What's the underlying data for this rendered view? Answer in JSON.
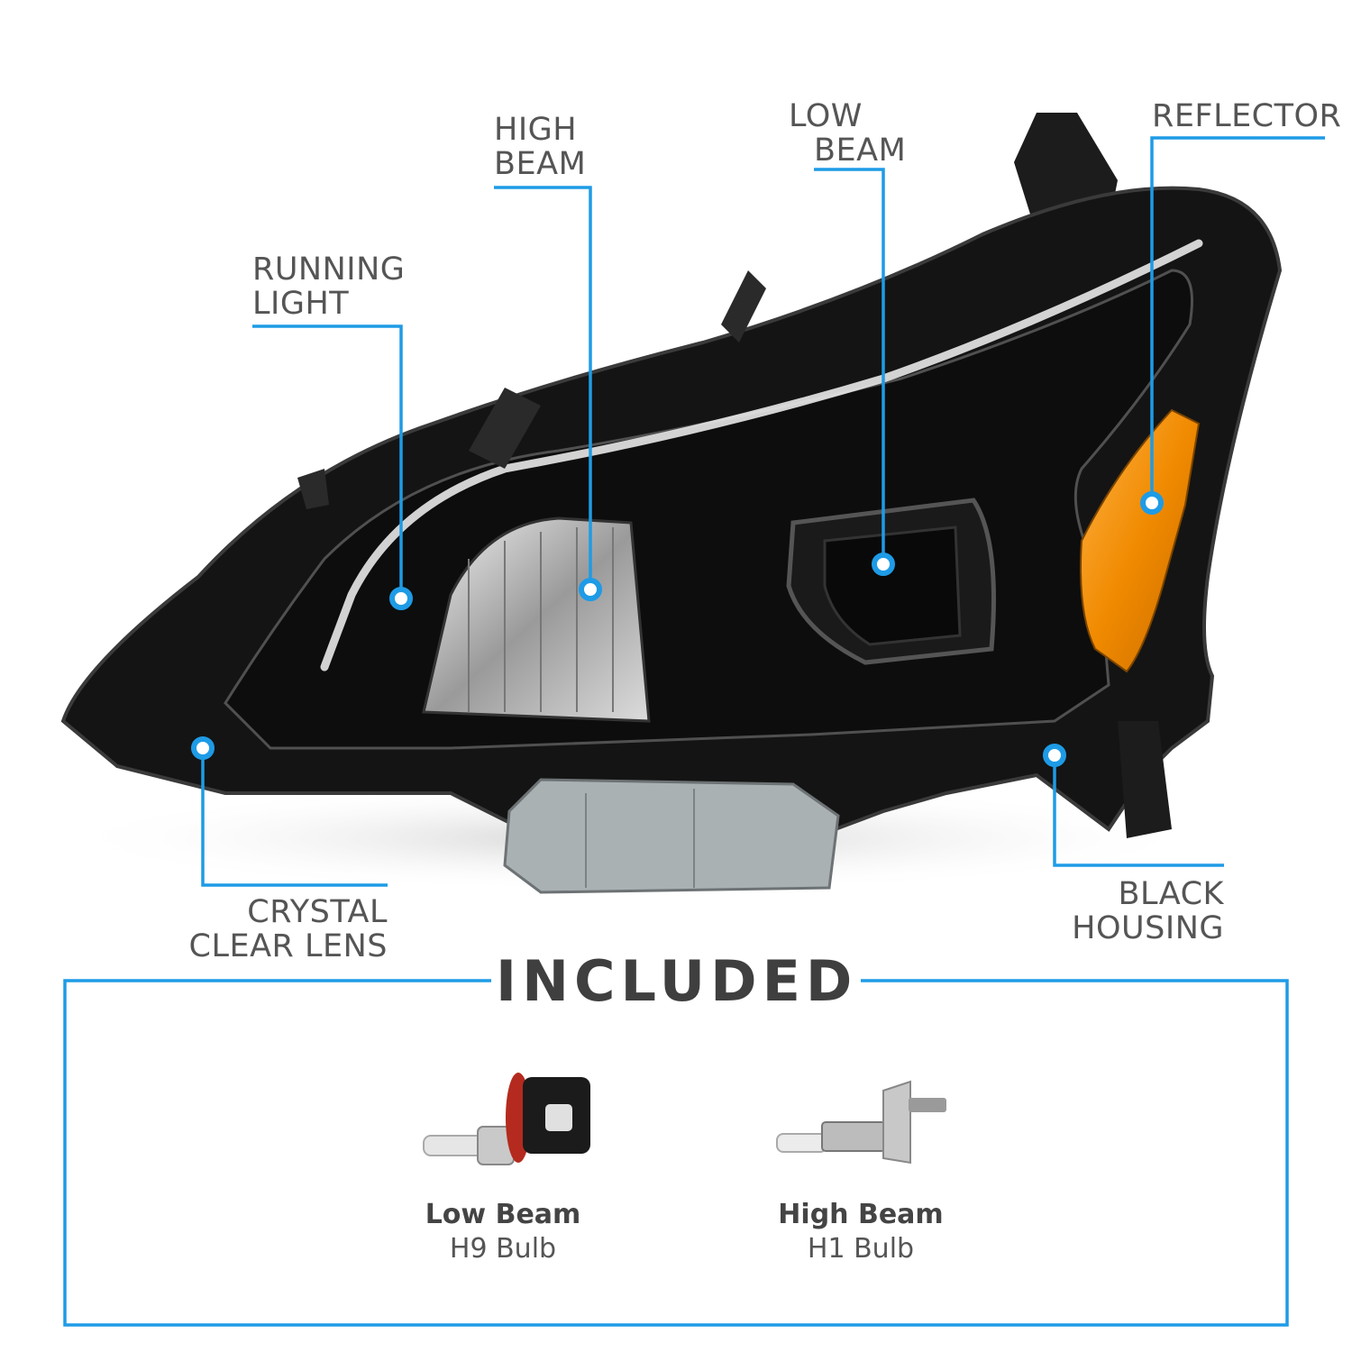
{
  "accent_color": "#1e9be6",
  "callouts": {
    "running_light": [
      "RUNNING",
      "LIGHT"
    ],
    "high_beam": [
      "HIGH",
      "BEAM"
    ],
    "low_beam": [
      "LOW",
      "BEAM"
    ],
    "reflector": [
      "REFLECTOR"
    ],
    "crystal_clear_lens": [
      "CRYSTAL",
      "CLEAR LENS"
    ],
    "black_housing": [
      "BLACK",
      "HOUSING"
    ]
  },
  "included": {
    "title": "INCLUDED",
    "items": [
      {
        "name": "Low Beam",
        "bulb": "H9 Bulb",
        "icon": "h9-bulb-icon"
      },
      {
        "name": "High Beam",
        "bulb": "H1 Bulb",
        "icon": "h1-bulb-icon"
      }
    ]
  }
}
